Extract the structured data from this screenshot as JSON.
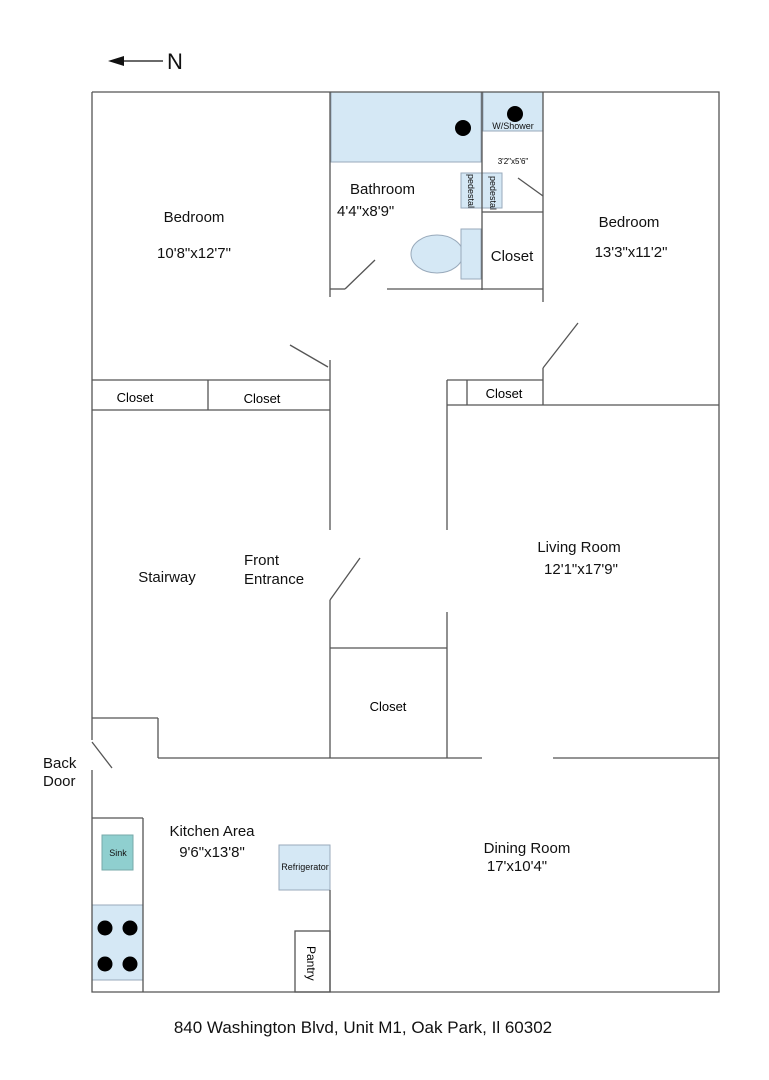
{
  "compass": {
    "label": "N"
  },
  "rooms": {
    "bedroom_left": {
      "name": "Bedroom",
      "size": "10'8\"x12'7\""
    },
    "bathroom": {
      "name": "Bathroom",
      "size": "4'4\"x8'9\""
    },
    "shower": {
      "name": "W/Shower",
      "size": "3'2\"x5'6\""
    },
    "pedestal_1": "pedestal",
    "pedestal_2": "pedestal",
    "bath_closet": "Closet",
    "bedroom_right": {
      "name": "Bedroom",
      "size": "13'3\"x11'2\""
    },
    "closet_1": "Closet",
    "closet_2": "Closet",
    "closet_3": "Closet",
    "stairway": "Stairway",
    "front_entrance": [
      "Front",
      "Entrance"
    ],
    "living_room": {
      "name": "Living Room",
      "size": "12'1\"x17'9\""
    },
    "hall_closet": "Closet",
    "back_door": [
      "Back",
      "Door"
    ],
    "kitchen": {
      "name": "Kitchen Area",
      "size": "9'6\"x13'8\""
    },
    "sink": "Sink",
    "refrigerator": "Refrigerator",
    "pantry": "Pantry",
    "dining_room": {
      "name": "Dining Room",
      "size": "17'x10'4\""
    }
  },
  "address": "840 Washington Blvd, Unit M1, Oak Park, Il 60302",
  "colors": {
    "fixture": "#d5e8f5",
    "sink": "#8fcfcf",
    "wall": "#555555"
  }
}
